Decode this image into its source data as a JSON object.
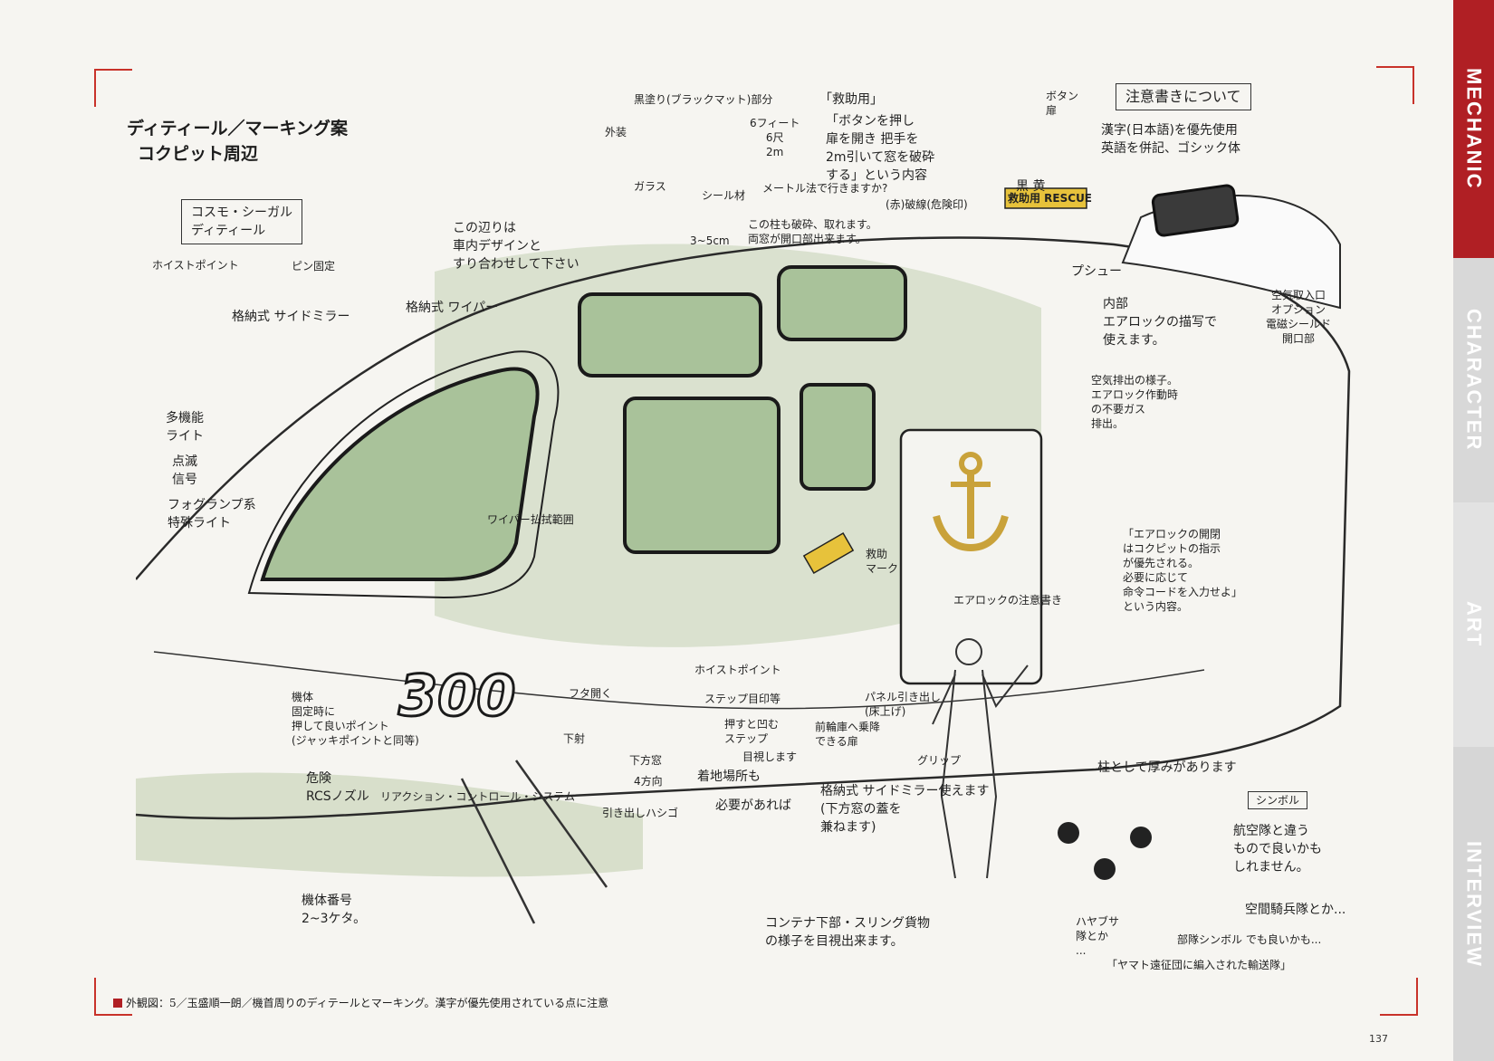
{
  "sidebar": {
    "tabs": [
      {
        "label": "MECHANIC",
        "active": true
      },
      {
        "label": "CHARACTER",
        "active": false
      },
      {
        "label": "ART",
        "active": false
      },
      {
        "label": "INTERVIEW",
        "active": false
      }
    ]
  },
  "heading": {
    "line1": "ディティール／マーキング案",
    "line2": "コクピット周辺"
  },
  "notes": {
    "cosmo_box": "コスモ・シーガル\nディティール",
    "hoist_point": "ホイストポイント",
    "pin": "ピン固定",
    "side_mirror": "格納式 サイドミラー",
    "wiper": "格納式 ワイパー",
    "interior": "この辺りは\n車内デザインと\nすり合わせして下さい",
    "exterior": "外装",
    "black_part": "黒塗り(ブラックマット)部分",
    "glass": "ガラス",
    "seal": "シール材",
    "dim_3_5": "3~5cm",
    "six_feet": "6フィート\n6尺\n2m",
    "meter": "メートル法で行きますか?",
    "pillar_break": "この柱も破砕、取れます。\n両窓が開口部出来ます。",
    "rescue_title": "「救助用」",
    "rescue_text": "「ボタンを押し\n扉を開き 把手を\n2m引いて窓を破砕\nする」という内容",
    "button_door": "ボタン\n扉",
    "rescue_plate": "救助用 RESCUE",
    "black_yellow": "黒 黄",
    "break_line": "(赤)破線(危険印)",
    "caution_box": "注意書きについて",
    "caution_text": "漢字(日本語)を優先使用\n英語を併記、ゴシック体",
    "prehistoric": "プシュー",
    "airlock": "内部\nエアロックの描写で\n使えます。",
    "exhaust": "空気排出の様子。\nエアロック作動時\nの不要ガス\n排出。",
    "air_intake": "空気取入口\nオプション\n電磁シールド\n開口部",
    "multi_light": "多機能\nライト",
    "blink": "点滅\n信号",
    "fog_lamp": "フォグランプ系\n特殊ライト",
    "wiper_range": "ワイパー払拭範囲",
    "rescue_mark": "救助\nマーク",
    "airlock_caution": "エアロックの注意書き",
    "airlock_open": "「エアロックの開閉\nはコクピットの指示\nが優先される。\n必要に応じて\n命令コードを入力せよ」\nという内容。",
    "hoist_point2": "ホイストポイント",
    "step": "ステップ目印等",
    "push_step": "押すと凹む\nステップ",
    "visual_check": "目視します",
    "landing": "着地場所も",
    "front_door": "前輪庫へ乗降\nできる扉",
    "panel": "パネル引き出し\n(床上げ)",
    "grip": "グリップ",
    "fix_point": "機体\n固定時に\n押して良いポイント\n(ジャッキポイントと同等)",
    "danger_rcs": "危険\nRCSノズル",
    "reaction_control": "リアクション・コントロール・システム",
    "hull_number_value": "300",
    "lower_window": "下方窓",
    "four_way": "4方向",
    "lift_up": "フタ開く",
    "underside": "下射",
    "bottom_hatch": "引き出しハシゴ",
    "if_needed": "必要があれば",
    "stowed_mirror": "格納式 サイドミラー使えます\n(下方窓の蓋を\n兼ねます)",
    "hull_number": "機体番号\n2~3ケタ。",
    "container": "コンテナ下部・スリング貨物\nの様子を目視出来ます。",
    "pillar_thick": "柱として厚みがあります",
    "symbol": "シンボル",
    "air_force": "航空隊と違う\nもので良いかも\nしれません。",
    "airborne": "空間騎兵隊とか...",
    "unit_symbol": "部隊シンボル でも良いかも...",
    "hayabusa": "ハヤブサ\n隊とか\n...",
    "yamato_fleet": "「ヤマト遠征団に編入された輸送隊」"
  },
  "caption": "外観図：5／玉盛順一朗／機首周りのディテールとマーキング。漢字が優先使用されている点に注意",
  "page_number": "137",
  "colors": {
    "accent": "#b01f24",
    "paper": "#f6f5f1",
    "glass_green": "#a9c29a",
    "wash_green": "#b9c9a6",
    "anchor_gold": "#c9a23a",
    "sign_yellow": "#e7c23b"
  }
}
